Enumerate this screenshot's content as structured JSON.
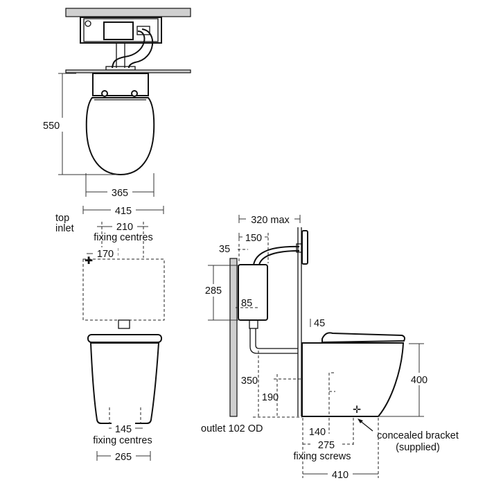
{
  "plan_view": {
    "depth": "550",
    "width": "365"
  },
  "front_view": {
    "overall_width": "415",
    "top_inlet_line1": "top",
    "top_inlet_line2": "inlet",
    "cistern_fixing_centres_value": "210",
    "cistern_fixing_centres_label": "fixing centres",
    "inlet_offset": "170",
    "pan_fixing_centres_value": "145",
    "pan_fixing_centres_label": "fixing centres",
    "base_width": "265"
  },
  "side_view": {
    "max_depth": "320 max",
    "cistern_depth": "150",
    "wall_gap": "35",
    "cistern_height": "285",
    "outlet_offset": "85",
    "seat_offset": "45",
    "inlet_height": "350",
    "outlet_height": "190",
    "outlet_label": "outlet 102 OD",
    "pan_height": "400",
    "fixing_screw_offset": "140",
    "fixing_screws_value": "275",
    "fixing_screws_label": "fixing screws",
    "pan_projection": "410",
    "bracket_line1": "concealed bracket",
    "bracket_line2": "(supplied)"
  }
}
